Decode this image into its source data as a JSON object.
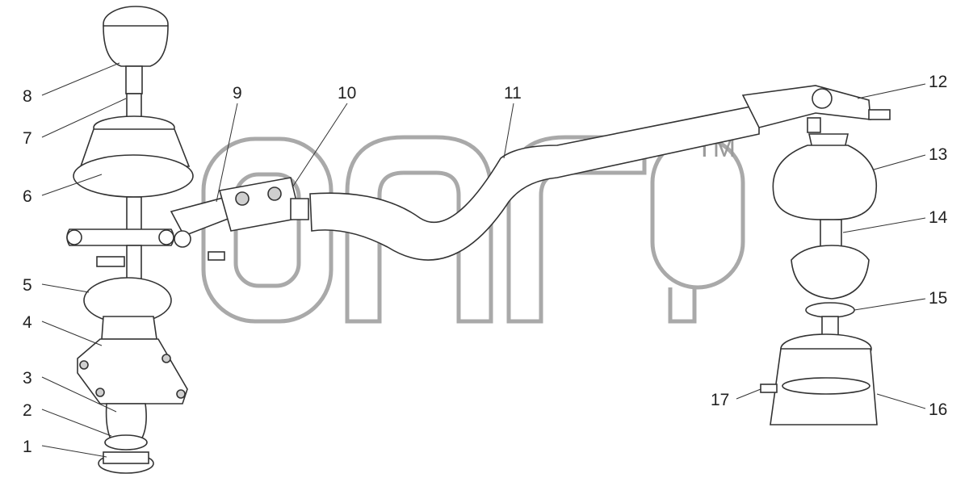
{
  "callouts": [
    "1",
    "2",
    "3",
    "4",
    "5",
    "6",
    "7",
    "8",
    "9",
    "10",
    "11",
    "12",
    "13",
    "14",
    "15",
    "16",
    "17"
  ],
  "watermark": {
    "trademark": "TM"
  }
}
